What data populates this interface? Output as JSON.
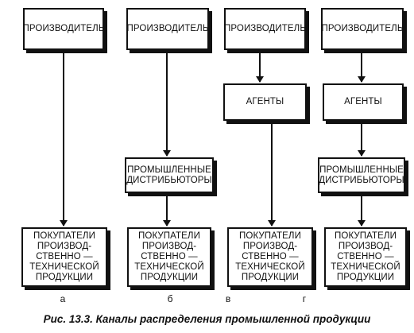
{
  "columns": [
    {
      "id": "a",
      "letter": "а",
      "nodes": [
        "ПРОИЗВОДИТЕЛЬ",
        "ПОКУПАТЕЛИ\nПРОИЗВОД-\nСТВЕННО —\nТЕХНИЧЕСКОЙ\nПРОДУКЦИИ"
      ]
    },
    {
      "id": "b",
      "letter": "б",
      "nodes": [
        "ПРОИЗВОДИТЕЛЬ",
        "ПРОМЫШЛЕННЫЕ\nДИСТРИБЬЮТОРЫ",
        "ПОКУПАТЕЛИ\nПРОИЗВОД-\nСТВЕННО —\nТЕХНИЧЕСКОЙ\nПРОДУКЦИИ"
      ]
    },
    {
      "id": "v",
      "letter": "в",
      "nodes": [
        "ПРОИЗВОДИТЕЛЬ",
        "АГЕНТЫ",
        "ПОКУПАТЕЛИ\nПРОИЗВОД-\nСТВЕННО —\nТЕХНИЧЕСКОЙ\nПРОДУКЦИИ"
      ]
    },
    {
      "id": "g",
      "letter": "г",
      "nodes": [
        "ПРОИЗВОДИТЕЛЬ",
        "АГЕНТЫ",
        "ПРОМЫШЛЕННЫЕ\nДИСТРИБЬЮТОРЫ",
        "ПОКУПАТЕЛИ\nПРОИЗВОД-\nСТВЕННО —\nТЕХНИЧЕСКОЙ\nПРОДУКЦИИ"
      ]
    }
  ],
  "caption": "Рис. 13.3. Каналы распределения промышленной продукции"
}
